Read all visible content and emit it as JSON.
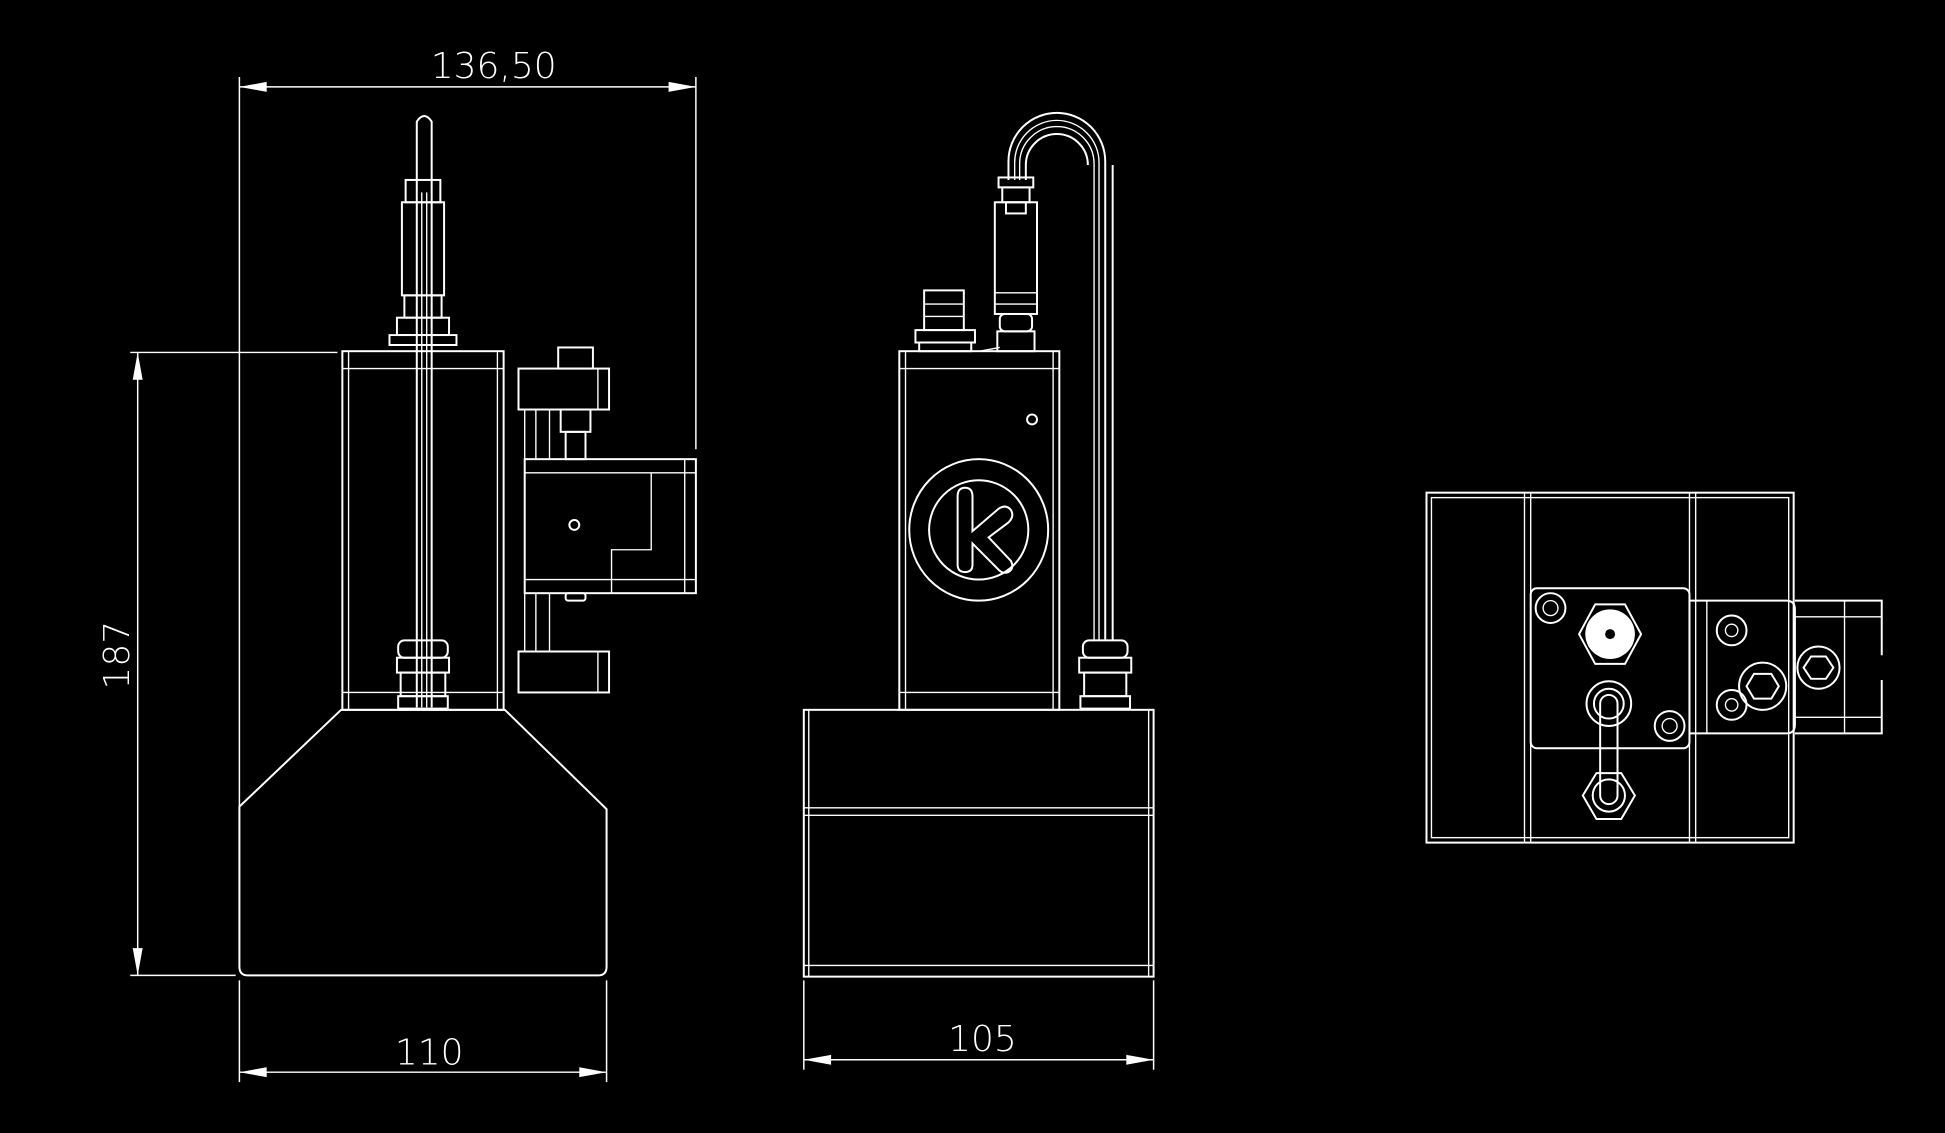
{
  "drawing": {
    "colors": {
      "background": "#000000",
      "lines": "#ffffff"
    },
    "dimensions": {
      "overall_width": "136,50",
      "height": "187",
      "base_width_side": "110",
      "base_width_front": "105"
    },
    "views": [
      "side-view",
      "front-view",
      "top-view"
    ]
  }
}
